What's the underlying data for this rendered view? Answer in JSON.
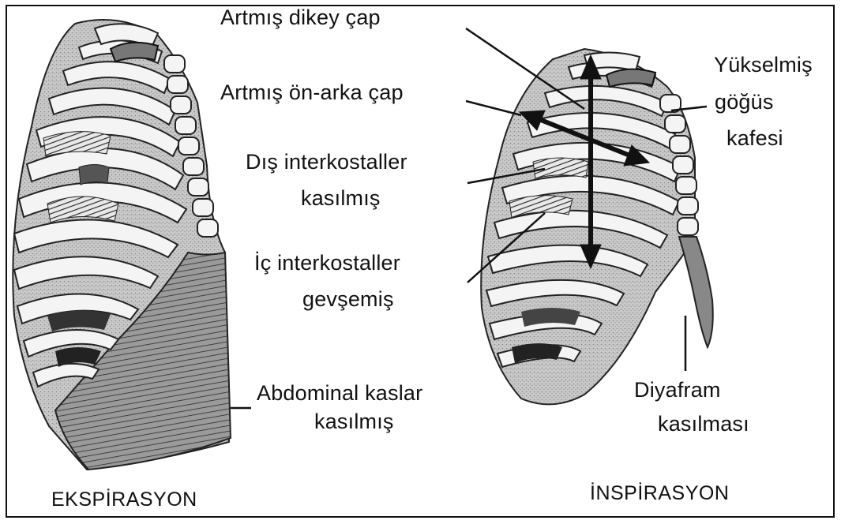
{
  "labels": {
    "artmis_dikey": "Artmış dikey çap",
    "artmis_on_arka": "Artmış ön-arka çap",
    "dis_inter_1": "Dış interkostaller",
    "dis_inter_2": "kasılmış",
    "ic_inter_1": "İç interkostaller",
    "ic_inter_2": "gevşemiş",
    "abdominal_1": "Abdominal kaslar",
    "abdominal_2": "kasılmış",
    "yukselmis_1": "Yükselmiş",
    "yukselmis_2": "göğüs",
    "yukselmis_3": "kafesi",
    "diyafram_1": "Diyafram",
    "diyafram_2": "kasılması"
  },
  "captions": {
    "left": "EKSPİRASYON",
    "right": "İNSPİRASYON"
  }
}
